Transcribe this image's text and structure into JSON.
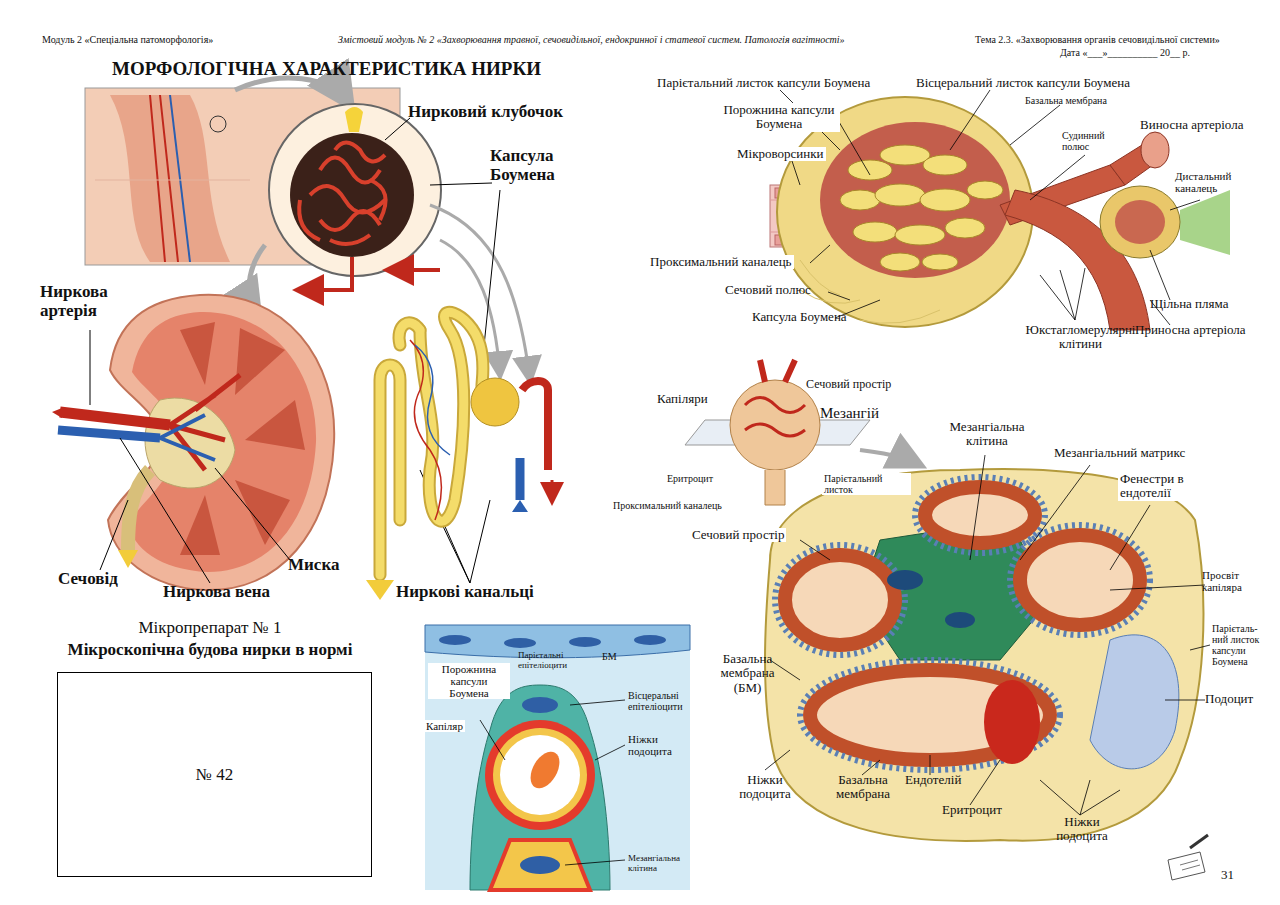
{
  "diagram": {
    "title": "МОРФОЛОГІЧНА ХАРАКТЕРИСТИКА НИРКИ",
    "nodes": [
      {
        "text": [
          "Мікропрепарат № 1",
          "Мікроскопічна будова нирки в нормі",
          "№ 42"
        ]
      }
    ],
    "labels": [
      "Модуль 2 «Спеціальна патоморфологія»",
      "Змістовий модуль № 2 «Захворювання травної, сечовидільної, ендокринної і статевої систем. Патологія вагітності»",
      "Тема 2.3. «Захворювання органів сечовидільної системи»",
      "Дата «___»__________ 20__ р.",
      "Нирковий клубочок",
      "Капсула Боумена",
      "Ниркова артерія",
      "Сечовід",
      "Ниркова вена",
      "Миска",
      "Ниркові канальці",
      "Парієтальний листок капсули Боумена",
      "Вісцеральний листок капсули Боумена",
      "Базальна мембрана",
      "Порожнина капсули Боумена",
      "Судинний полюс",
      "Виносна артеріола",
      "Мікроворсинки",
      "Дистальний каналець",
      "Проксимальний каналець",
      "Сечовий полюс",
      "Щільна пляма",
      "Капсула Боумена",
      "Юкстагломерулярні клітини",
      "Приносна артеріола",
      "Капіляри",
      "Сечовий простір",
      "Мезангій",
      "Еритроцит",
      "Парієтальний листок",
      "Проксимальний каналець",
      "Мезангіальна клітина",
      "Мезангіальний матрикс",
      "Фенестри в ендотелії",
      "Сечовий простір",
      "Просвіт капіляра",
      "Парієталь-ний листок капсули Боумена",
      "Подоцит",
      "Базальна мембрана (БМ)",
      "Ніжки подоцита",
      "Базальна мембрана",
      "Ендотелій",
      "Еритроцит",
      "Ніжки подоцита",
      "Порожнина капсули Боумена",
      "Парієтальні епітеліоцити",
      "БМ",
      "Вісцеральні епітеліоцити",
      "Капіляр",
      "Ніжки подоцита",
      "Мезангіальна клітина",
      "31"
    ]
  }
}
